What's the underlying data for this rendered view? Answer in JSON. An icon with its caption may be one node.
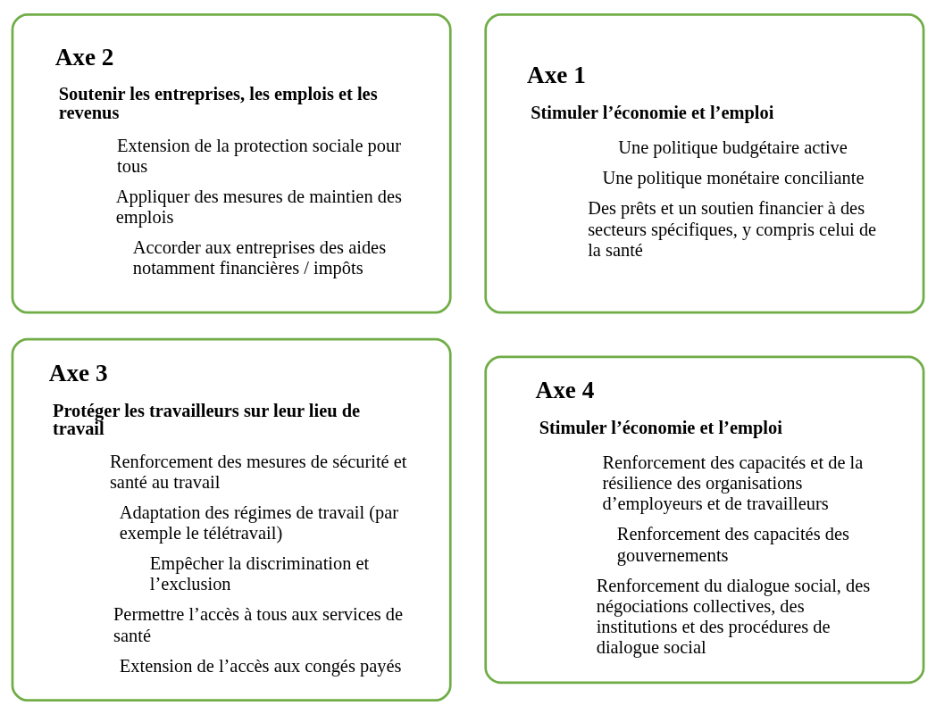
{
  "diagram": {
    "nodes": [
      {
        "text": [
          "Axe 2",
          "Soutenir les entreprises, les emplois et les revenus",
          "Extension de la protection sociale pour tous",
          "Appliquer des mesures de maintien des emplois",
          "Accorder aux entreprises des aides notamment financières / impôts"
        ]
      },
      {
        "text": [
          "Axe 1",
          "Stimuler l’économie et l’emploi",
          "Une politique budgétaire active",
          "Une politique monétaire conciliante",
          "Des prêts et un soutien financier à des secteurs spécifiques, y compris celui de la santé"
        ]
      },
      {
        "text": [
          "Axe 3",
          "Protéger les travailleurs sur leur lieu de travail",
          "Renforcement des mesures de sécurité et santé au travail",
          "Adaptation des régimes de travail (par exemple le télétravail)",
          "Empêcher la discrimination et l’exclusion",
          "Permettre l’accès à tous aux services de santé",
          "Extension de l’accès aux congés payés"
        ]
      },
      {
        "text": [
          "Axe 4",
          "Stimuler l’économie et l’emploi",
          "Renforcement des capacités et de la résilience des organisations d’employeurs et de travailleurs",
          "Renforcement des capacités des gouvernements",
          "Renforcement du dialogue social, des négociations collectives, des institutions et des procédures de dialogue social"
        ]
      }
    ],
    "edges": []
  }
}
